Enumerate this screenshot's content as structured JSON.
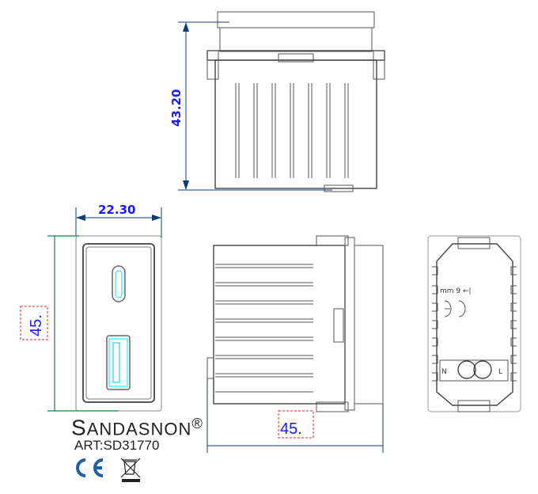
{
  "dimensions": {
    "top_height": "43.20",
    "front_width": "22.30",
    "front_height": "45.",
    "side_width": "45."
  },
  "back_view": {
    "label_mm": "mm 9 ←|",
    "terminal_n": "N",
    "terminal_l": "L"
  },
  "brand": {
    "name_first": "S",
    "name_rest": "ANDASNON",
    "registered": "®",
    "article": "ART:SD31770"
  },
  "marks": {
    "ce": "CE",
    "weee": "weee-bin-icon"
  },
  "colors": {
    "dimension_text": "#1a1aff",
    "dimension_line": "#0a3c7a",
    "extension_line": "#2a9d6a",
    "port_highlight": "#00e5ff",
    "ce_blue": "#1f5fa8"
  }
}
